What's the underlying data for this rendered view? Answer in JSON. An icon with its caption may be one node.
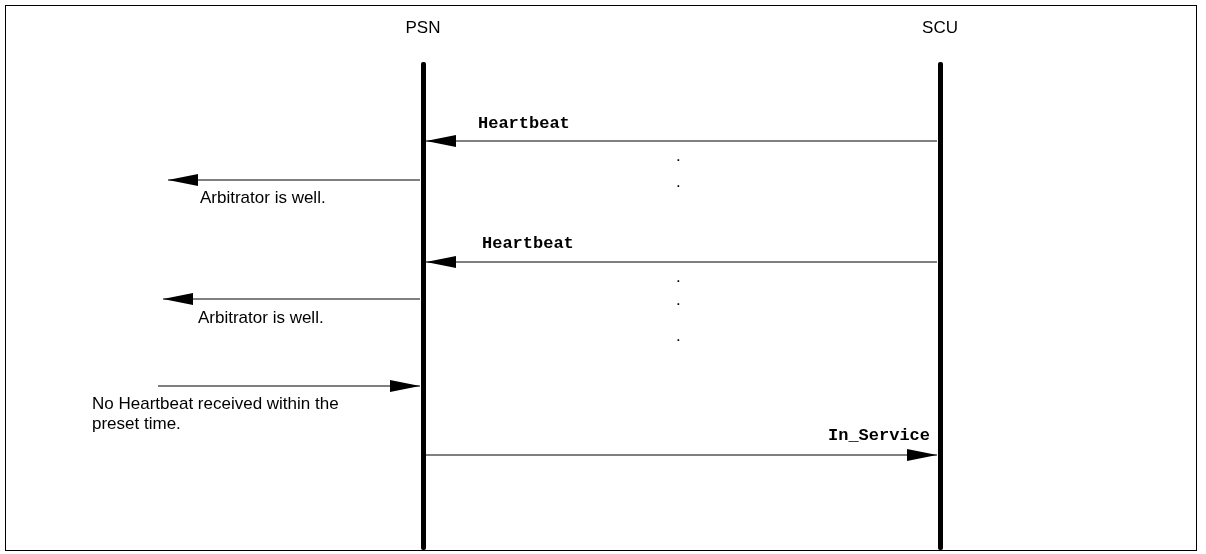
{
  "diagram": {
    "nodes": [
      {
        "text": [
          "PSN"
        ]
      },
      {
        "text": [
          "SCU"
        ]
      }
    ],
    "edges": [
      {
        "from": 1,
        "to": 0,
        "arrow": "to",
        "label": "Heartbeat"
      },
      {
        "from": 0,
        "to": null,
        "arrow": "to",
        "label": "Arbitrator is well."
      },
      {
        "from": 1,
        "to": 0,
        "arrow": "to",
        "label": "Heartbeat"
      },
      {
        "from": 0,
        "to": null,
        "arrow": "to",
        "label": "Arbitrator is well."
      },
      {
        "from": null,
        "to": 0,
        "arrow": "to",
        "label": "No Heartbeat received within the preset time."
      },
      {
        "from": 0,
        "to": 1,
        "arrow": "to",
        "label": "In_Service"
      }
    ],
    "labels": [
      ".",
      ".",
      ".",
      ".",
      "."
    ]
  }
}
